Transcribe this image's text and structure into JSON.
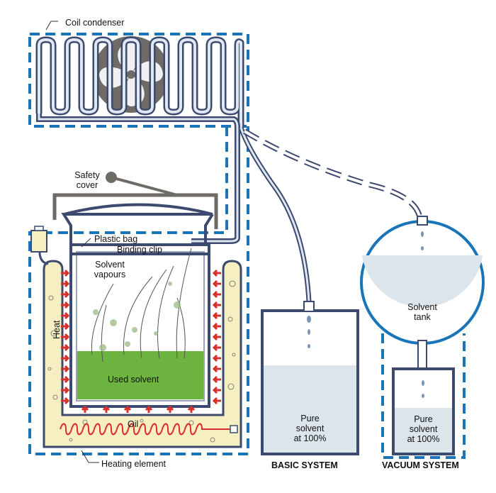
{
  "labels": {
    "coil_condenser": "Coil condenser",
    "safety_cover_1": "Safety",
    "safety_cover_2": "cover",
    "plastic_bag": "Plastic bag",
    "binding_clip": "Binding clip",
    "solvent_vapours_1": "Solvent",
    "solvent_vapours_2": "vapours",
    "heat": "Heat",
    "used_solvent": "Used solvent",
    "oil": "Oil",
    "heating_element": "Heating element",
    "solvent_tank_1": "Solvent",
    "solvent_tank_2": "tank",
    "basic_pure_1": "Pure",
    "basic_pure_2": "solvent",
    "basic_pure_3": "at 100%",
    "vac_pure_1": "Pure",
    "vac_pure_2": "solvent",
    "vac_pure_3": "at 100%",
    "basic_system": "BASIC SYSTEM",
    "vacuum_system": "VACUUM SYSTEM"
  },
  "colors": {
    "dashed_border": "#1a75b8",
    "pipe": "#3d4a70",
    "fan": "#6e6a66",
    "solvent_green": "#6db33f",
    "oil": "#f6efc2",
    "heat_red": "#d8302a",
    "liquid": "#dde5ec"
  }
}
